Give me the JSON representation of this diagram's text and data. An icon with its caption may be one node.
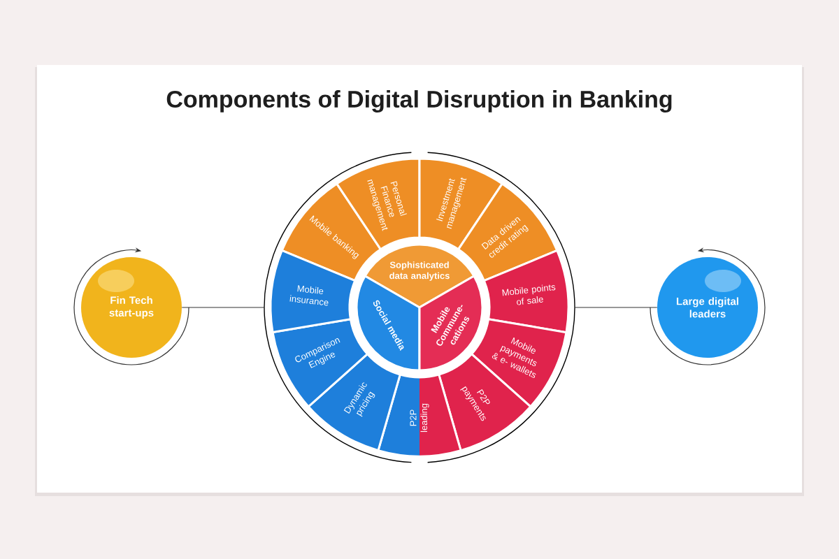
{
  "diagram": {
    "title": "Components of Digital Disruption in Banking",
    "nodes": [
      {
        "text": [
          "Fin Tech start-ups"
        ]
      },
      {
        "text": [],
        "shape": "circle"
      },
      {
        "text": [
          "Sophisticated data analytics"
        ],
        "in": 1
      },
      {
        "text": [
          "Social media"
        ],
        "in": 1
      },
      {
        "text": [
          "Mobile Commune- cations"
        ],
        "in": 1
      },
      {
        "text": [
          "Mobile banking"
        ],
        "in": 1
      },
      {
        "text": [
          "Personal Finance management"
        ],
        "in": 1
      },
      {
        "text": [
          "Investment management"
        ],
        "in": 1
      },
      {
        "text": [
          "Data driven credit rating"
        ],
        "in": 1
      },
      {
        "text": [
          "Mobile points of sale"
        ],
        "in": 1
      },
      {
        "text": [
          "Mobile payments & e- wallets"
        ],
        "in": 1
      },
      {
        "text": [
          "P2P payments"
        ],
        "in": 1
      },
      {
        "text": [
          "P2P leading"
        ],
        "in": 1
      },
      {
        "text": [
          "Dynamic pricing"
        ],
        "in": 1
      },
      {
        "text": [
          "Comparison Engine"
        ],
        "in": 1
      },
      {
        "text": [
          "Mobile insurance"
        ],
        "in": 1
      },
      {
        "text": [
          "Large digital leaders"
        ]
      }
    ],
    "edges": [
      {
        "from": 0,
        "to": 1,
        "arrow": "none"
      },
      {
        "from": 16,
        "to": 1,
        "arrow": "none"
      }
    ]
  }
}
